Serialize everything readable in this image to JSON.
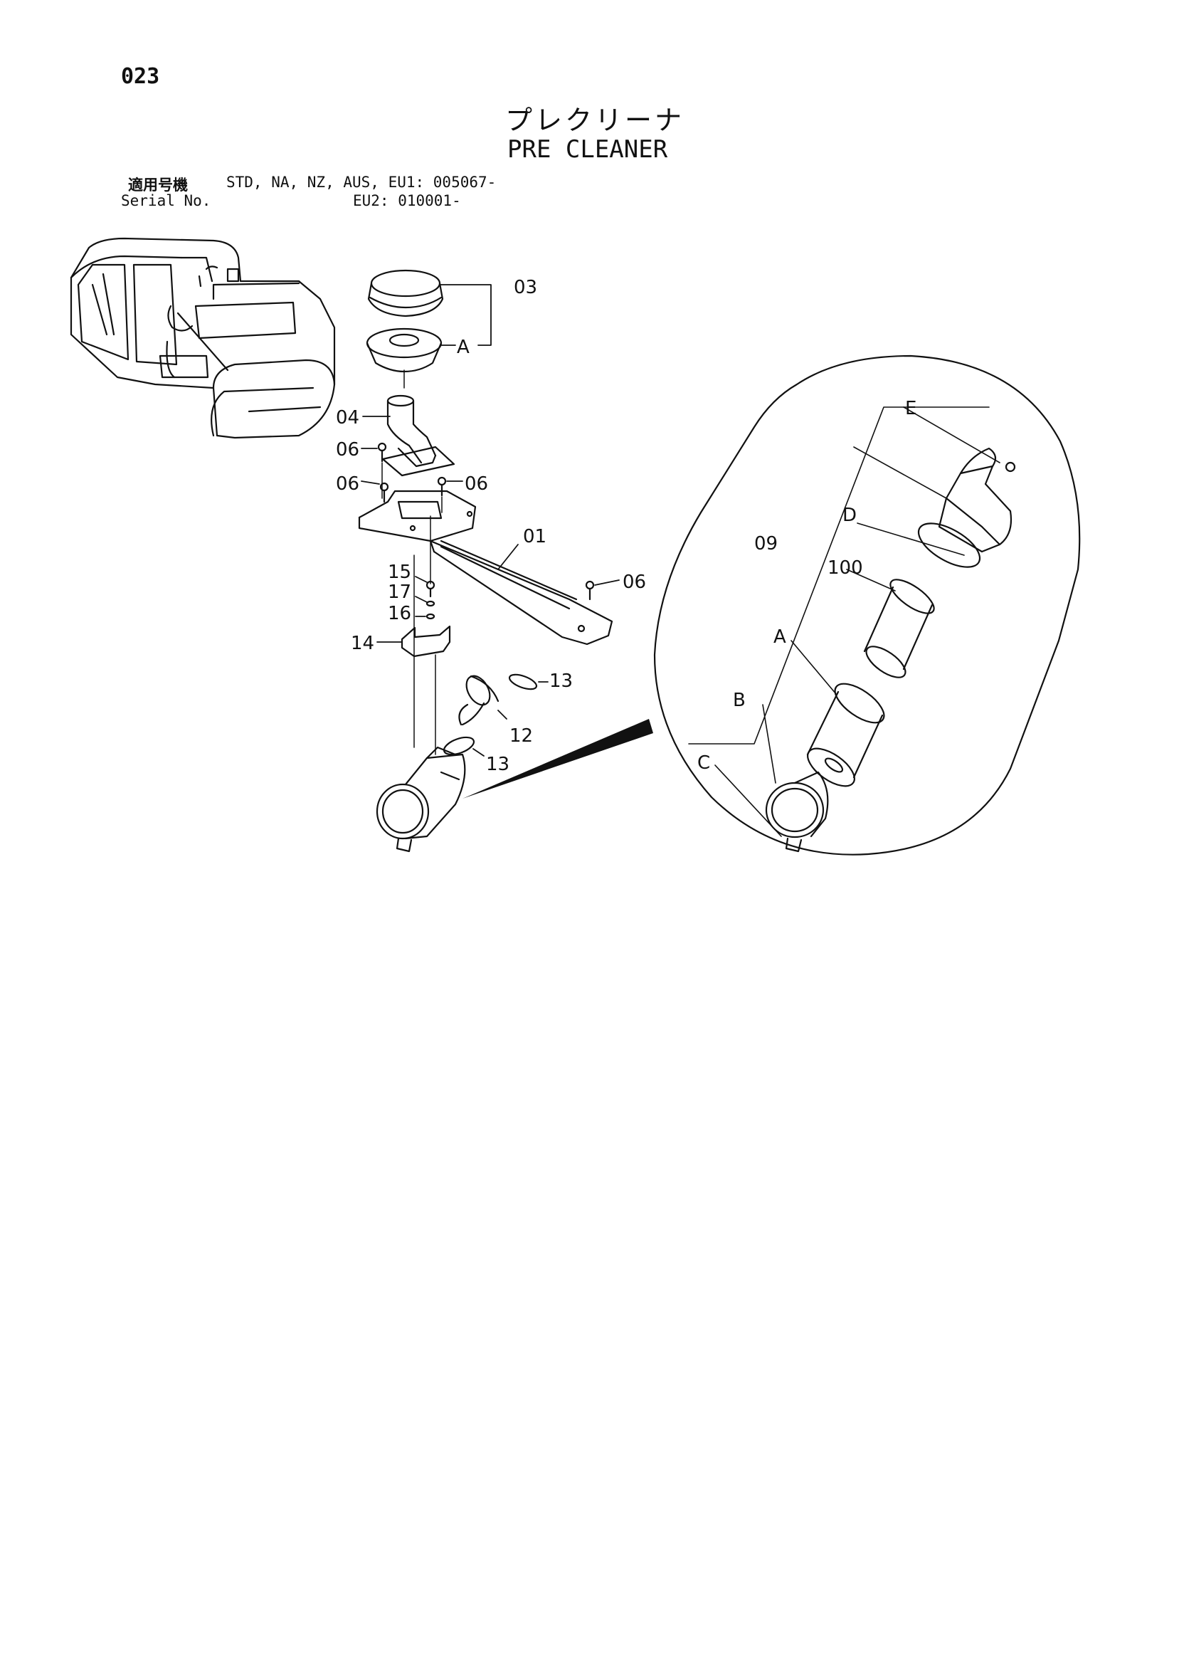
{
  "page_number": "023",
  "title_jp": "プレクリーナ",
  "title_en": "PRE CLEANER",
  "serial": {
    "label_jp": "適用号機",
    "label_en": "Serial No.",
    "line1": "STD, NA, NZ, AUS, EU1: 005067-",
    "line2": "EU2: 010001-"
  },
  "callouts": {
    "c03": "03",
    "cA_top": "A",
    "c04": "04",
    "c06a": "06",
    "c06b": "06",
    "c06c": "06",
    "c06d": "06",
    "c01": "01",
    "c15": "15",
    "c17": "17",
    "c16": "16",
    "c14": "14",
    "c13a": "13",
    "c12": "12",
    "c13b": "13",
    "cE": "E",
    "cD": "D",
    "c09": "09",
    "c100": "100",
    "cA_detail": "A",
    "cB": "B",
    "cC": "C"
  }
}
